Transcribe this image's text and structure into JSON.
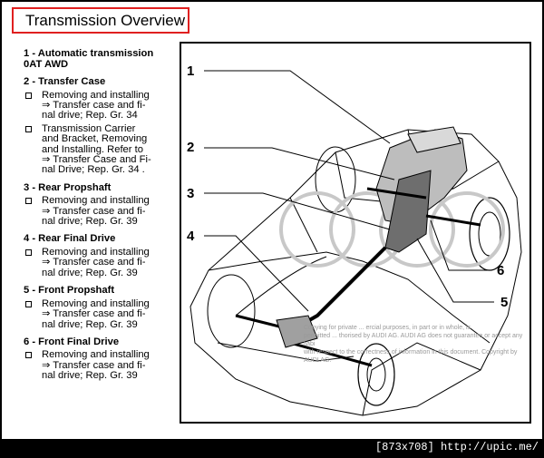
{
  "title": "Transmission Overview",
  "sections": [
    {
      "heading": [
        "1 - Automatic transmission",
        "0AT AWD"
      ],
      "items": []
    },
    {
      "heading": [
        "2 - Transfer Case"
      ],
      "items": [
        [
          "Removing and installing",
          "⇒ Transfer case and fi-",
          "nal drive; Rep. Gr. 34"
        ],
        [
          "Transmission Carrier",
          "and Bracket, Removing",
          "and Installing. Refer to",
          "⇒ Transfer Case and Fi-",
          "nal Drive; Rep. Gr. 34 ."
        ]
      ]
    },
    {
      "heading": [
        "3 - Rear Propshaft"
      ],
      "items": [
        [
          "Removing and installing",
          "⇒ Transfer case and fi-",
          "nal drive; Rep. Gr. 39"
        ]
      ]
    },
    {
      "heading": [
        "4 - Rear Final Drive"
      ],
      "items": [
        [
          "Removing and installing",
          "⇒ Transfer case and fi-",
          "nal drive; Rep. Gr. 39"
        ]
      ]
    },
    {
      "heading": [
        "5 - Front Propshaft"
      ],
      "items": [
        [
          "Removing and installing",
          "⇒ Transfer case and fi-",
          "nal drive; Rep. Gr. 39"
        ]
      ]
    },
    {
      "heading": [
        "6 - Front Final Drive"
      ],
      "items": [
        [
          "Removing and installing",
          "⇒ Transfer case and fi-",
          "nal drive; Rep. Gr. 39"
        ]
      ]
    }
  ],
  "callouts": [
    "1",
    "2",
    "3",
    "4",
    "5",
    "6"
  ],
  "watermark_text": [
    "Copying for private ... ercial purposes, in part or in whole, is",
    "permitted ... thorised by AUDI AG. AUDI AG does not guarantee or accept any liabi",
    "with respect to the correctness of information in this document. Copyright by AUDI AG."
  ],
  "footer": "[873x708] http://upic.me/",
  "colors": {
    "title_border": "#e02020",
    "page_bg": "#ffffff",
    "frame_bg": "#000000"
  },
  "icons": [
    "checkbox-icon",
    "arrow-right-icon"
  ]
}
